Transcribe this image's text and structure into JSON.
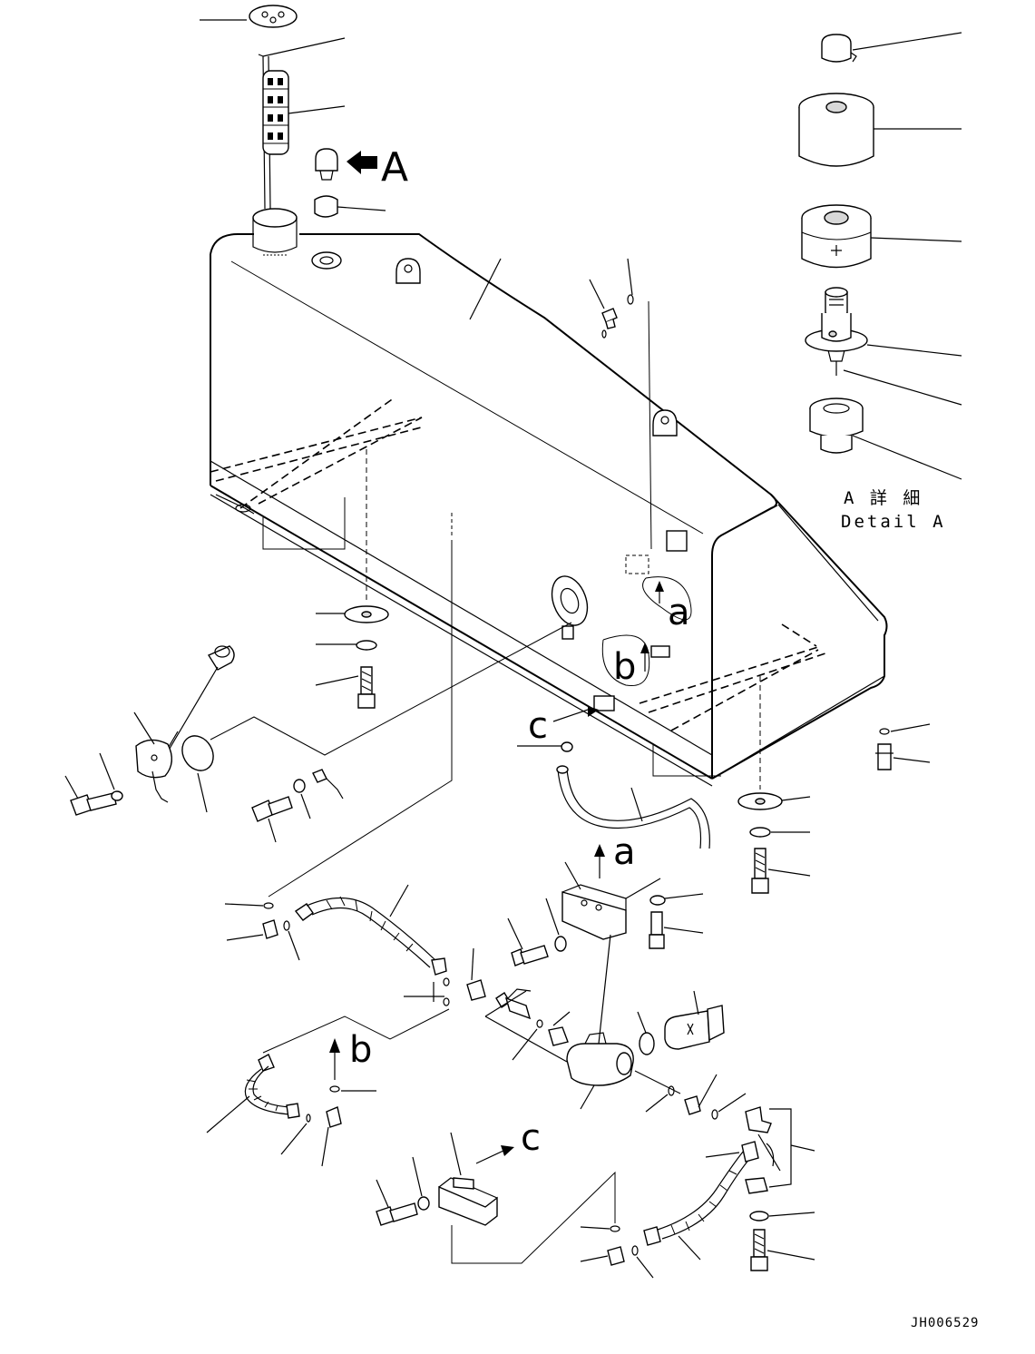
{
  "labels": {
    "view_a": "A",
    "ref_a_tank": "a",
    "ref_a_hose": "a",
    "ref_b_tank": "b",
    "ref_b_hose": "b",
    "ref_c_tank": "c",
    "ref_c_bracket": "c"
  },
  "detail": {
    "title_jp": "A 詳 細",
    "title_en": "Detail A"
  },
  "drawing_code": "JH006529"
}
